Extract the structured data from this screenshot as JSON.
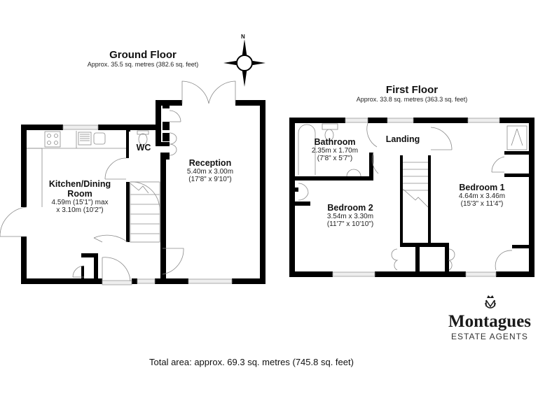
{
  "ground_floor": {
    "title": "Ground Floor",
    "area": "Approx. 35.5 sq. metres (382.6 sq. feet)",
    "rooms": {
      "kitchen": {
        "name_line1": "Kitchen/Dining",
        "name_line2": "Room",
        "dim_line1": "4.59m (15'1\") max",
        "dim_line2": "x 3.10m (10'2\")"
      },
      "wc": {
        "name": "WC"
      },
      "reception": {
        "name": "Reception",
        "dim_metric": "5.40m x 3.00m",
        "dim_imperial": "(17'8\" x 9'10\")"
      }
    }
  },
  "first_floor": {
    "title": "First Floor",
    "area": "Approx. 33.8 sq. metres (363.3 sq. feet)",
    "rooms": {
      "bathroom": {
        "name": "Bathroom",
        "dim_metric": "2.35m x 1.70m",
        "dim_imperial": "(7'8\" x 5'7\")"
      },
      "landing": {
        "name": "Landing"
      },
      "bedroom1": {
        "name": "Bedroom 1",
        "dim_metric": "4.64m x 3.46m",
        "dim_imperial": "(15'3\" x 11'4\")"
      },
      "bedroom2": {
        "name": "Bedroom 2",
        "dim_metric": "3.54m x 3.30m",
        "dim_imperial": "(11'7\" x 10'10\")"
      }
    }
  },
  "compass": {
    "north_label": "N",
    "icon": "compass-rose-icon"
  },
  "brand": {
    "name": "Montagues",
    "tagline": "ESTATE AGENTS",
    "icon": "crown-monogram-icon"
  },
  "total_area": "Total area: approx. 69.3 sq. metres (745.8 sq. feet)",
  "colors": {
    "wall": "#000000",
    "fixture_line": "#8a8a8a",
    "window_fill": "#e8e8e8",
    "background": "#ffffff"
  }
}
